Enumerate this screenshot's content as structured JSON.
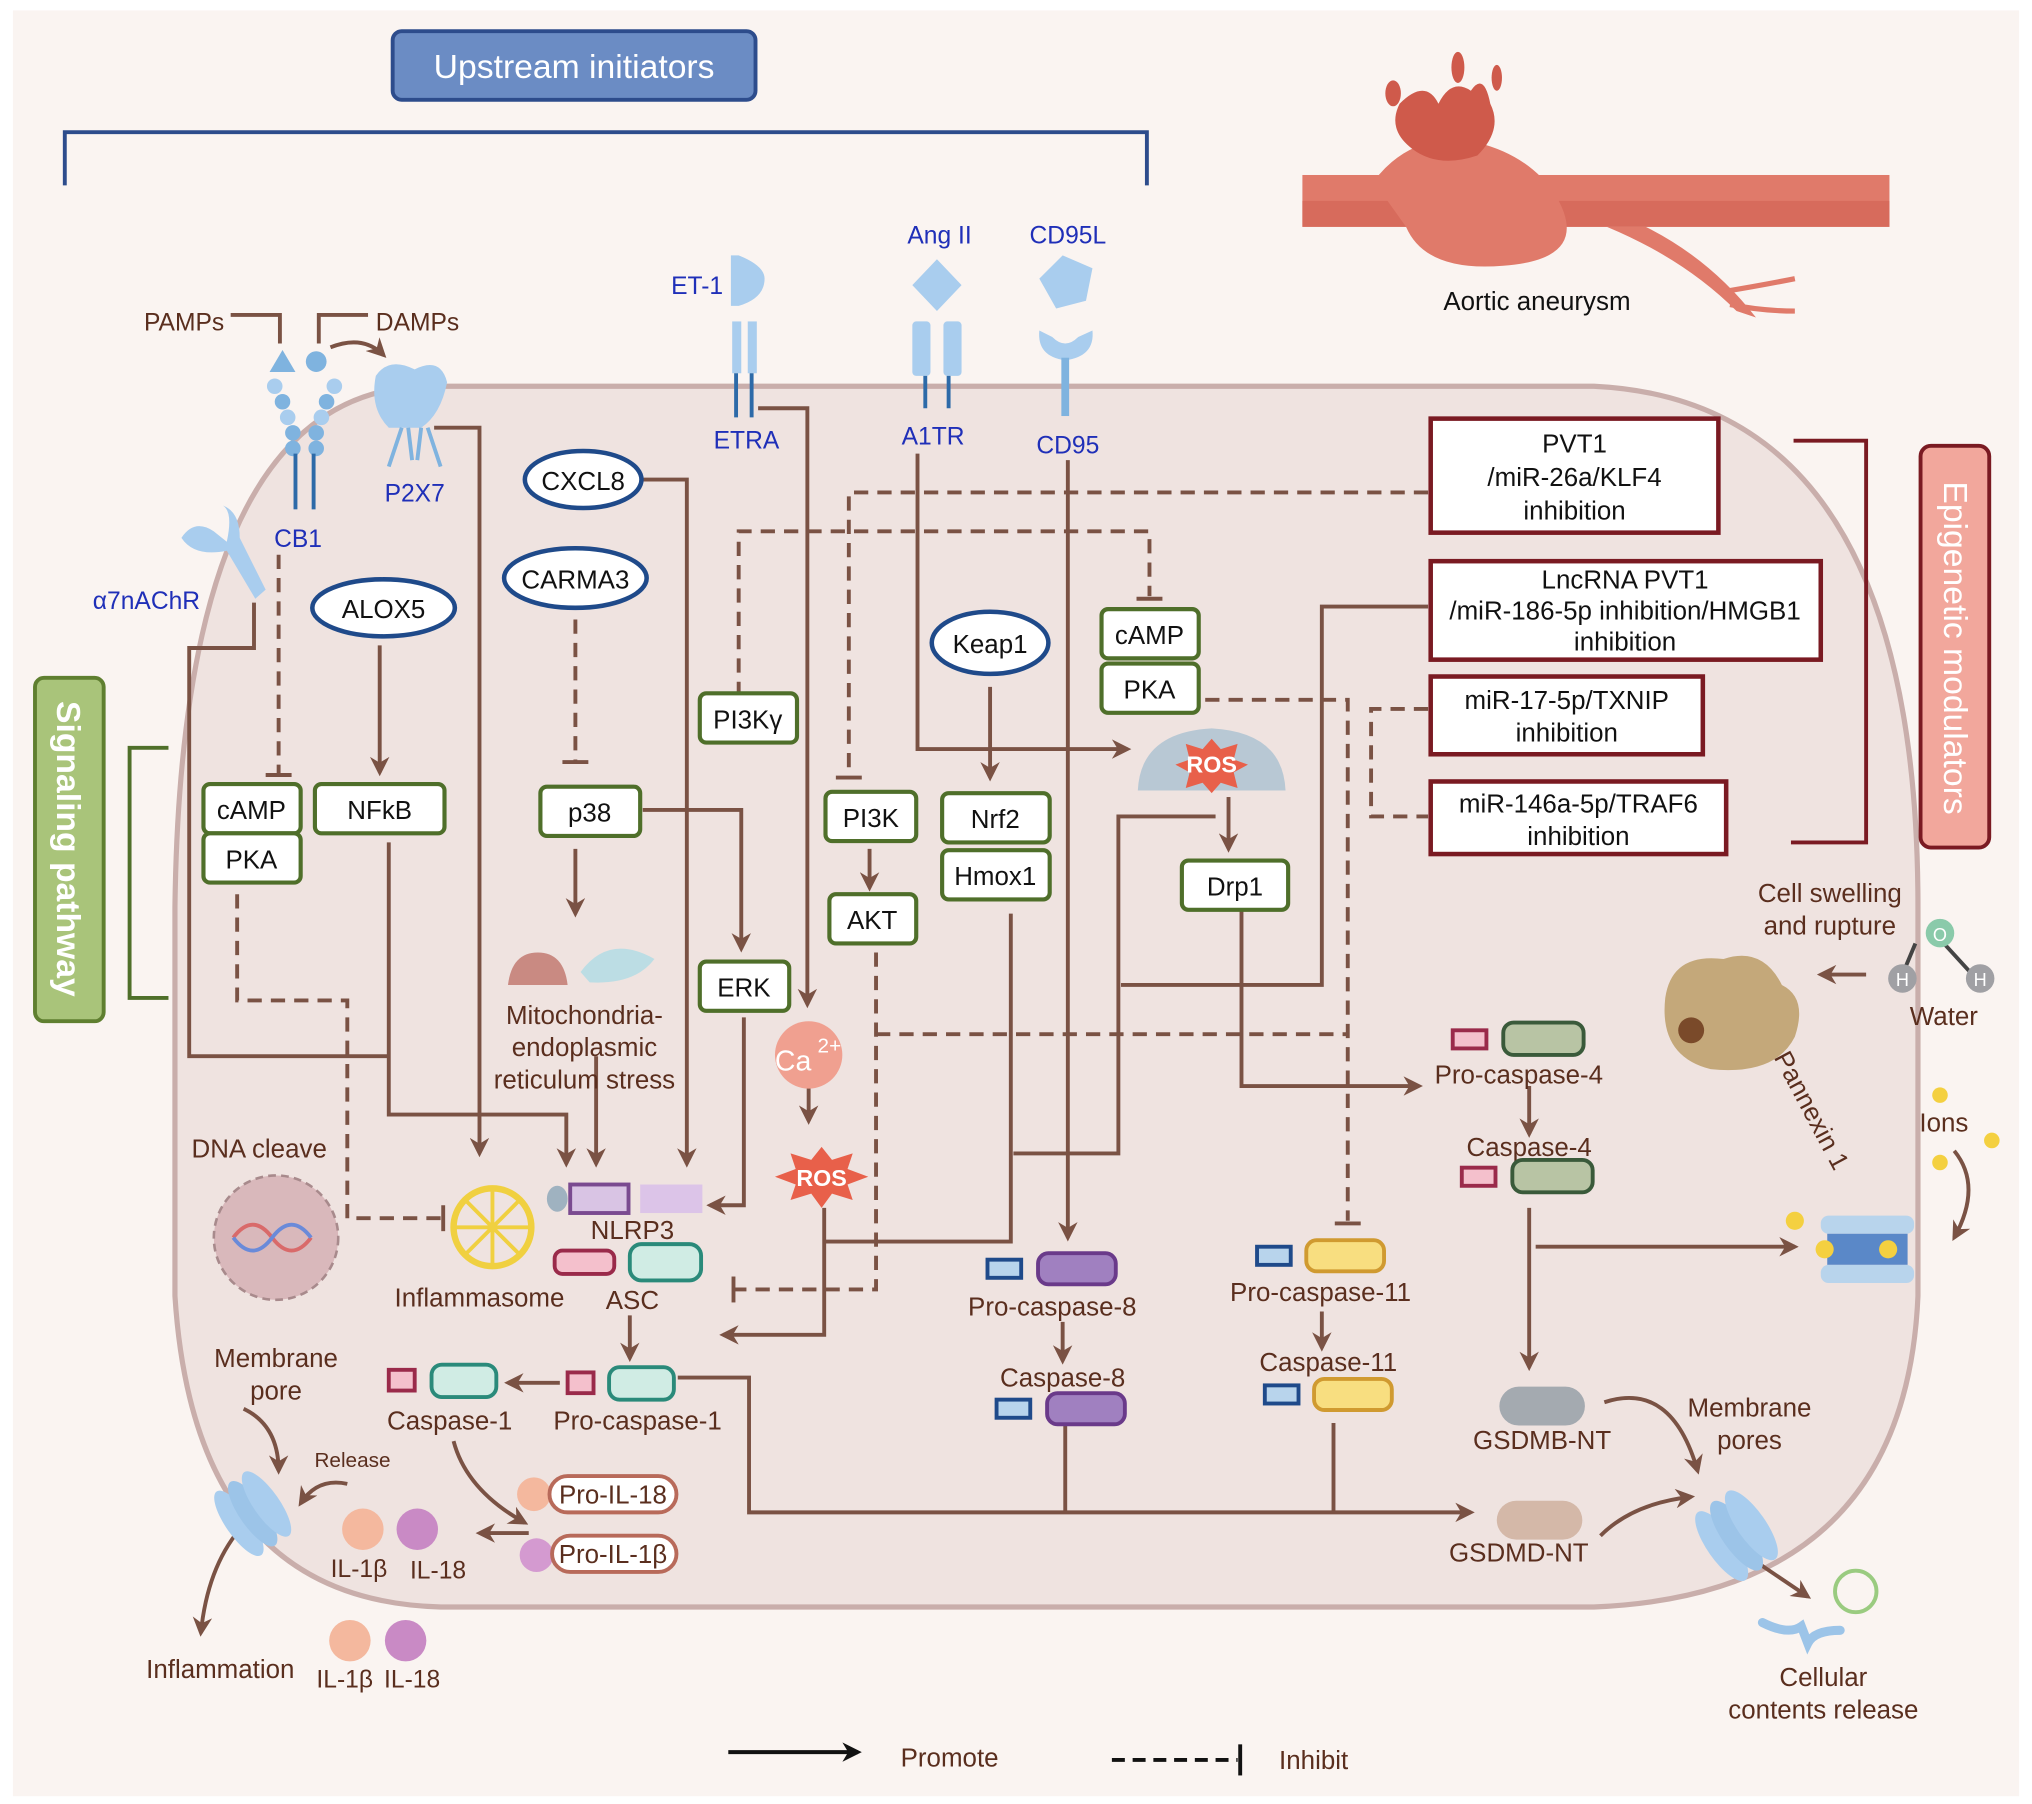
{
  "header": {
    "upstream_title": "Upstream initiators",
    "aortic_label": "Aortic aneurysm",
    "signaling_label": "Signaling pathway",
    "epigenetic_label": "Epigenetic modulators"
  },
  "colors": {
    "promote_arrow": "#7a5244",
    "upstream_box": "#6b8cc4",
    "signaling_box": "#a9c47a",
    "epigenetic_box": "#f2a79c",
    "cell_fill": "#efe3e0",
    "background": "#faf4f1",
    "node_border_green": "#4f6f2a",
    "node_border_blue": "#1f4a8a",
    "node_border_red": "#7a1a22"
  },
  "ligands": {
    "pamps": "PAMPs",
    "damps": "DAMPs",
    "et1": "ET-1",
    "ang2": "Ang II",
    "cd95l": "CD95L"
  },
  "receptors": {
    "cb1": "CB1",
    "p2x7": "P2X7",
    "a7nachr": "α7nAChR",
    "etra": "ETRA",
    "a1tr": "A1TR",
    "cd95": "CD95"
  },
  "ovals": {
    "cxcl8": "CXCL8",
    "carma3": "CARMA3",
    "alox5": "ALOX5",
    "keap1": "Keap1"
  },
  "nodes": {
    "camp_left": "cAMP",
    "pka_left": "PKA",
    "nfkb": "NFkB",
    "p38": "p38",
    "pi3kg": "PI3Kγ",
    "pi3k": "PI3K",
    "akt": "AKT",
    "nrf2": "Nrf2",
    "hmox1": "Hmox1",
    "camp_right": "cAMP",
    "pka_right": "PKA",
    "erk": "ERK",
    "drp1": "Drp1"
  },
  "epigenetic": [
    {
      "line1": "PVT1",
      "line2": "/miR-26a/KLF4",
      "line3": "inhibition"
    },
    {
      "line1": "LncRNA PVT1",
      "line2": "/miR-186-5p inhibition/HMGB1",
      "line3": "inhibition"
    },
    {
      "line1": "miR-17-5p/TXNIP",
      "line2": "inhibition"
    },
    {
      "line1": "miR-146a-5p/TRAF6",
      "line2": "inhibition"
    }
  ],
  "labels": {
    "mito_er_1": "Mitochondria-",
    "mito_er_2": "endoplasmic",
    "mito_er_3": "reticulum stress",
    "ca": "Ca",
    "ca_sup": "2+",
    "ros": "ROS",
    "ros2": "ROS",
    "dna_cleave": "DNA cleave",
    "inflammasome": "Inflammasome",
    "nlrp3": "NLRP3",
    "asc": "ASC",
    "membrane_pore_1": "Membrane",
    "membrane_pore_2": "pore",
    "release": "Release",
    "caspase1": "Caspase-1",
    "procaspase1": "Pro-caspase-1",
    "pro_il18": "Pro-IL-18",
    "pro_il1b": "Pro-IL-1β",
    "il1b_in": "IL-1β",
    "il18_in": "IL-18",
    "il1b_out": "IL-1β",
    "il18_out": "IL-18",
    "inflammation": "Inflammation",
    "procaspase8": "Pro-caspase-8",
    "caspase8": "Caspase-8",
    "procaspase11": "Pro-caspase-11",
    "caspase11": "Caspase-11",
    "procaspase4": "Pro-caspase-4",
    "caspase4": "Caspase-4",
    "gsdmb": "GSDMB-NT",
    "gsdmd": "GSDMD-NT",
    "membrane_pores_1": "Membrane",
    "membrane_pores_2": "pores",
    "cellular_1": "Cellular",
    "cellular_2": "contents release",
    "cell_swelling_1": "Cell swelling",
    "cell_swelling_2": "and rupture",
    "water": "Water",
    "water_o": "O",
    "water_h1": "H",
    "water_h2": "H",
    "ions": "Ions",
    "pannexin": "Pannexin 1"
  },
  "legend": {
    "promote": "Promote",
    "inhibit": "Inhibit"
  }
}
